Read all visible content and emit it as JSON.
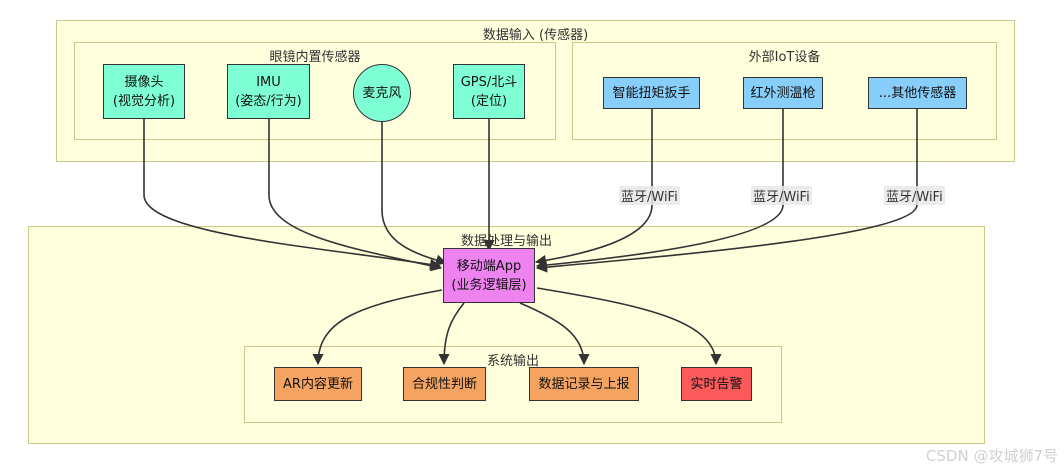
{
  "groups": {
    "input": "数据输入 (传感器)",
    "glasses": "眼镜内置传感器",
    "iot": "外部IoT设备",
    "processing": "数据处理与输出",
    "output": "系统输出"
  },
  "nodes": {
    "camera": "摄像头\n(视觉分析)",
    "imu": "IMU\n(姿态/行为)",
    "mic": "麦克风",
    "gps": "GPS/北斗\n(定位)",
    "wrench": "智能扭矩扳手",
    "thermo": "红外测温枪",
    "other": "...其他传感器",
    "app": "移动端App\n(业务逻辑层)",
    "ar": "AR内容更新",
    "compliance": "合规性判断",
    "record": "数据记录与上报",
    "alert": "实时告警"
  },
  "edges": {
    "bt1": "蓝牙/WiFi",
    "bt2": "蓝牙/WiFi",
    "bt3": "蓝牙/WiFi"
  },
  "colors": {
    "group_fill": "#ffffde",
    "group_border": "#c9c98a",
    "sensor_green": "#7fffd4",
    "iot_blue": "#87cefa",
    "app_violet": "#ee82ee",
    "output_orange": "#f4a460",
    "alert_red": "#fa5a5a"
  },
  "watermark": "CSDN @攻城狮7号"
}
